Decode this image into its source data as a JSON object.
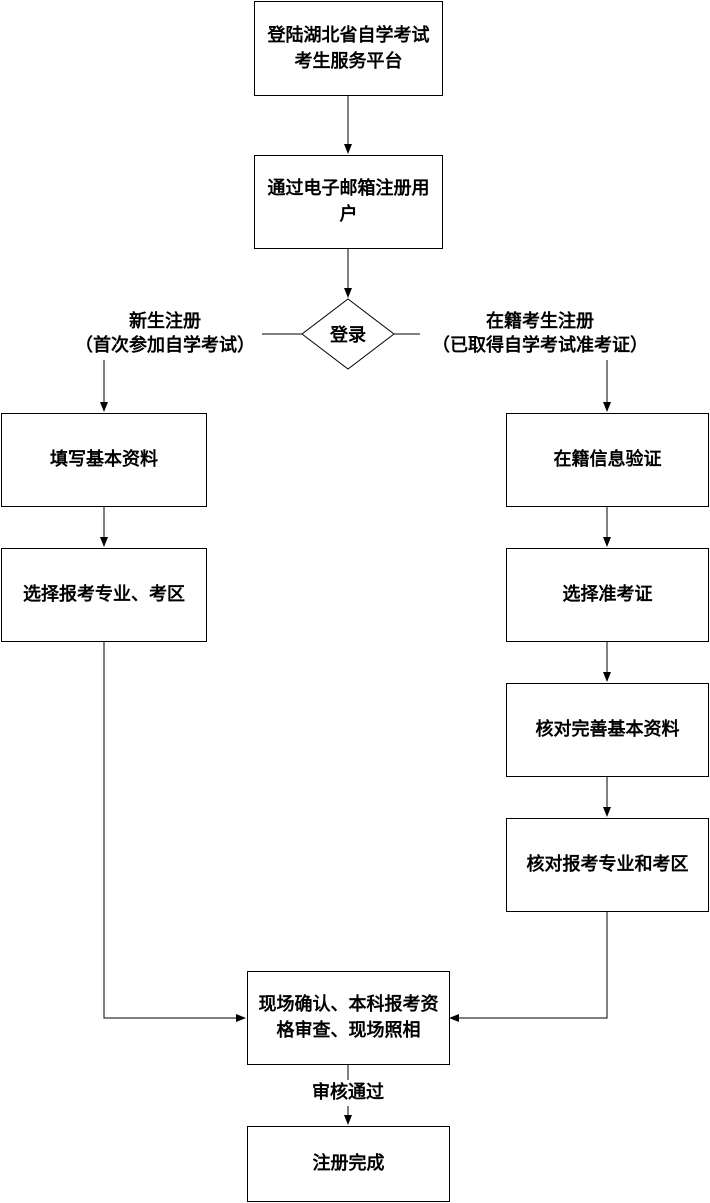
{
  "nodes": {
    "start": "登陆湖北省自学考试考生服务平台",
    "register_email": "通过电子邮箱注册用户",
    "login": "登录",
    "fill_basic": "填写基本资料",
    "select_major_area": "选择报考专业、考区",
    "verify_enrollment": "在籍信息验证",
    "select_ticket": "选择准考证",
    "check_basic": "核对完善基本资料",
    "check_major_area": "核对报考专业和考区",
    "onsite_confirm": "现场确认、本科报考资格审查、现场照相",
    "complete": "注册完成"
  },
  "branches": {
    "left_title": "新生注册",
    "left_note": "（首次参加自学考试）",
    "right_title": "在籍考生注册",
    "right_note": "（已取得自学考试准考证）"
  },
  "edge_labels": {
    "approved": "审核通过"
  }
}
